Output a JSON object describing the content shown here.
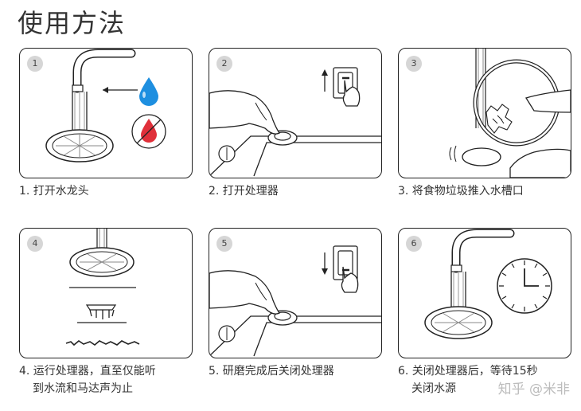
{
  "title": "使用方法",
  "steps": [
    {
      "badge": "1",
      "caption": "1. 打开水龙头"
    },
    {
      "badge": "2",
      "caption": "2. 打开处理器"
    },
    {
      "badge": "3",
      "caption": "3. 将食物垃圾推入水槽口"
    },
    {
      "badge": "4",
      "caption_line1": "4. 运行处理器，直至仅能听",
      "caption_line2": "到水流和马达声为止"
    },
    {
      "badge": "5",
      "caption": "5. 研磨完成后关闭处理器"
    },
    {
      "badge": "6",
      "caption_line1": "6. 关闭处理器后，等待15秒",
      "caption_line2": "关闭水源"
    }
  ],
  "watermark": "知乎 @米非",
  "colors": {
    "cold_water": "#1e8fe0",
    "hot_water": "#e0303a",
    "badge": "#d6d6d6"
  }
}
